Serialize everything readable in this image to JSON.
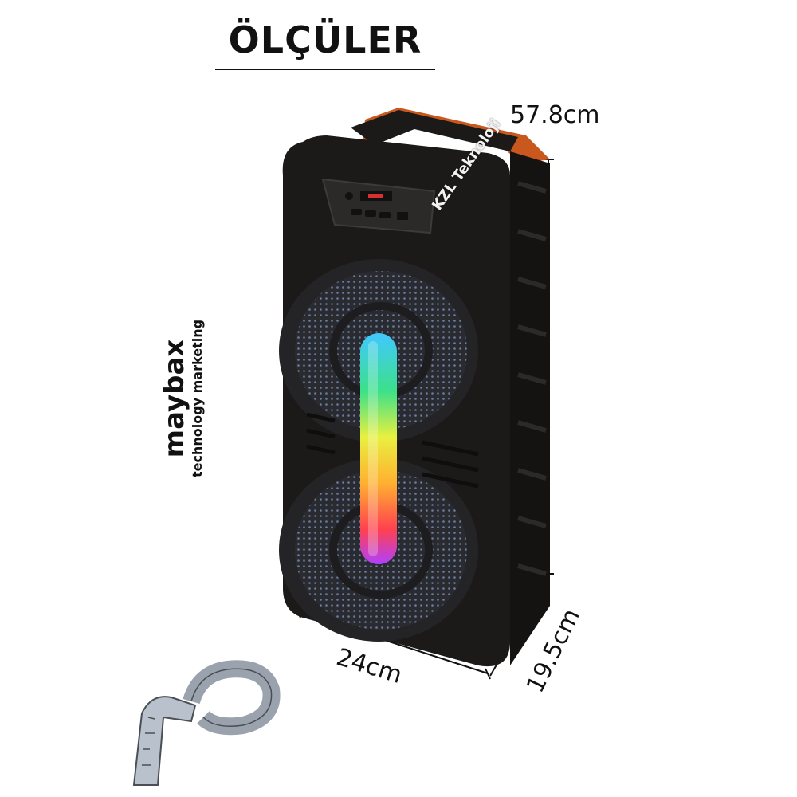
{
  "title": "ÖLÇÜLER",
  "dimensions": {
    "height": "57.8cm",
    "width": "24cm",
    "depth": "19.5cm"
  },
  "brand": {
    "name": "maybax",
    "tagline": "technology marketing"
  },
  "watermark": "KZL Teknoloji",
  "colors": {
    "speaker_body": "#1c1a19",
    "handle_accent": "#c8581e",
    "text": "#111111"
  }
}
